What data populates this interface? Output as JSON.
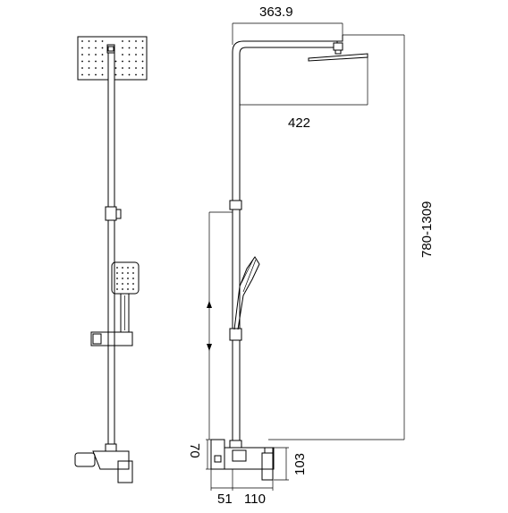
{
  "diagram": {
    "dimensions": {
      "top_arm_width": "363.9",
      "shower_head_width": "422",
      "height_range": "780-1309",
      "valve_offset": "70",
      "valve_depth": "103",
      "left_offset": "51",
      "spout_length": "110"
    },
    "views": [
      "front-view",
      "side-view"
    ]
  }
}
